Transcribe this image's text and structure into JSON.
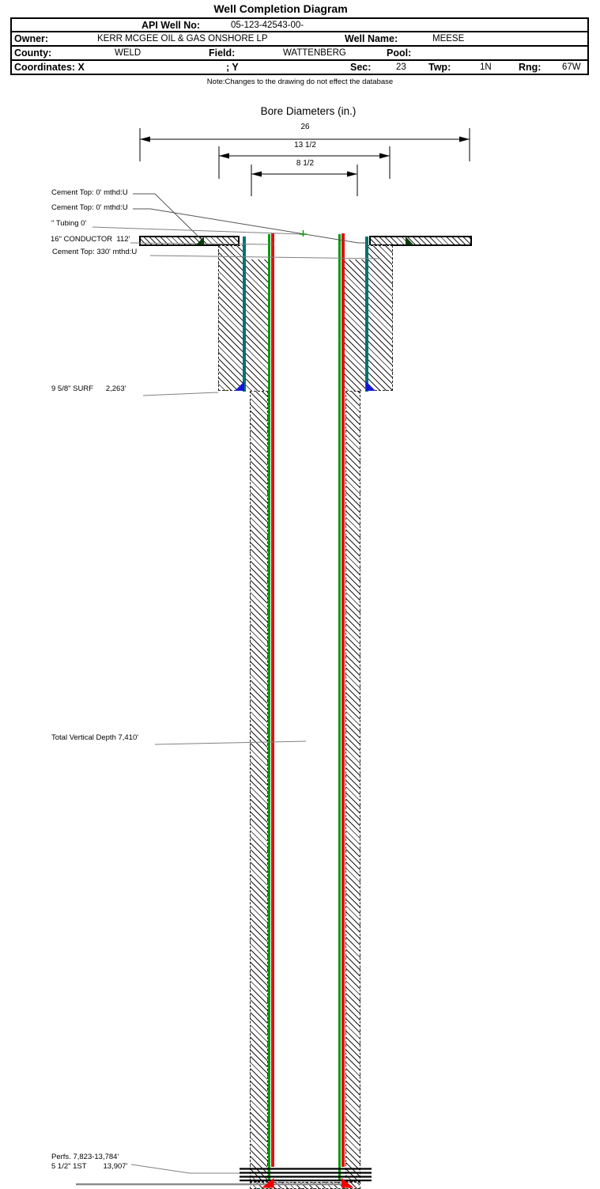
{
  "title": "Well Completion Diagram",
  "header": {
    "api_label": "API Well No:",
    "api_value": "05-123-42543-00-",
    "owner_label": "Owner:",
    "owner_value": "KERR MCGEE OIL & GAS ONSHORE LP",
    "well_name_label": "Well Name:",
    "well_name_value": "MEESE",
    "county_label": "County:",
    "county_value": "WELD",
    "field_label": "Field:",
    "field_value": "WATTENBERG",
    "pool_label": "Pool:",
    "pool_value": "",
    "coordinates_label": "Coordinates: X",
    "coordinates_y_label": "; Y",
    "sec_label": "Sec:",
    "sec_value": "23",
    "twp_label": "Twp:",
    "twp_value": "1N",
    "rng_label": "Rng:",
    "rng_value": "67W"
  },
  "note": "Note:Changes to the drawing do not effect the database",
  "bore_diameters": {
    "title": "Bore Diameters (in.)",
    "dims": [
      {
        "label": "26"
      },
      {
        "label": "13 1/2"
      },
      {
        "label": "8 1/2"
      }
    ]
  },
  "annotations": {
    "cement_top_1": "Cement Top: 0' mthd:U",
    "cement_top_2": "Cement Top: 0' mthd:U",
    "tubing": "\" Tubing 0'",
    "conductor": "16\" CONDUCTOR  112'",
    "cement_top_3": "Cement Top: 330' mthd:U",
    "surface_casing": "9 5/8\" SURF      2,263'",
    "tvd": "Total Vertical Depth 7,410'",
    "perfs": "Perfs. 7,823-13,784'",
    "production_casing": "5 1/2\" 1ST        13,907'"
  },
  "colors": {
    "surface_casing_teal": "#007272",
    "production_casing_green": "#0a9a0a",
    "tubing_red": "#e01111",
    "casing_shoe_blue": "#1616d8",
    "cement_top_marker_green": "#0b3b0b",
    "casing_shoe_red": "#ee0000",
    "leader_gray": "#808080",
    "hatch_black": "#1c1c1c"
  }
}
